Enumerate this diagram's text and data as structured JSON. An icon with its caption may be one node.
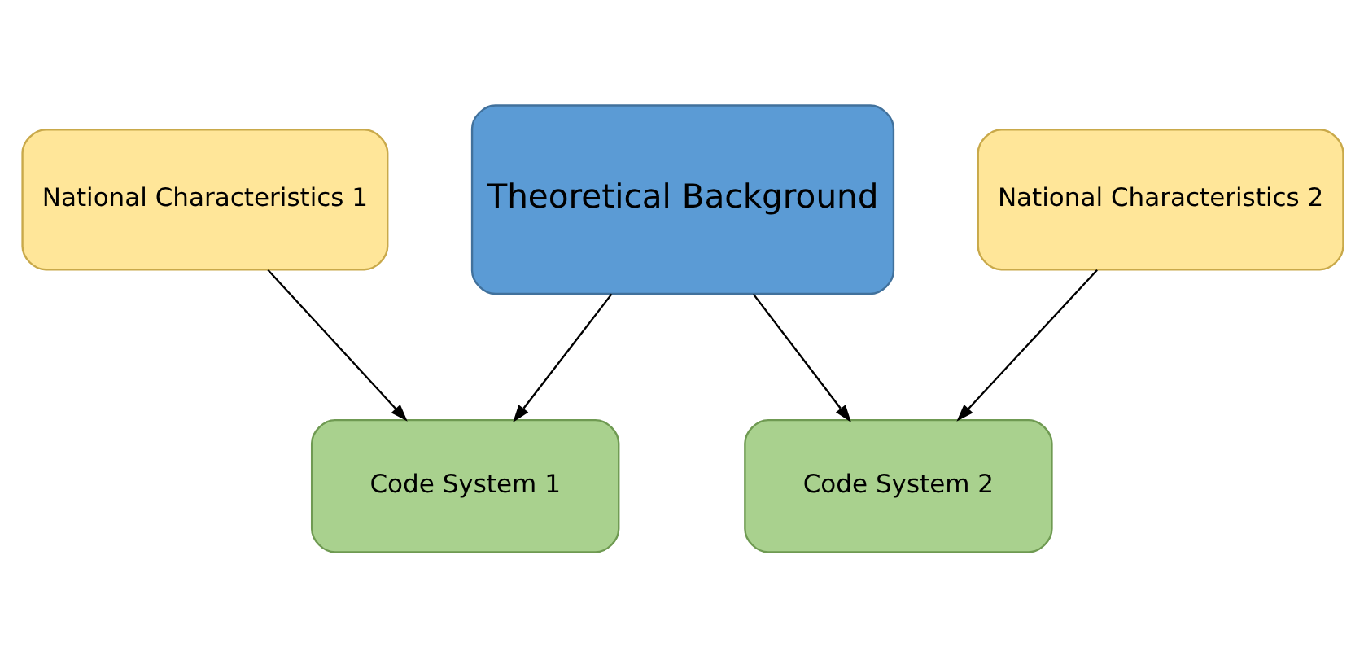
{
  "diagram": {
    "nodes": [
      {
        "text": [
          "National Characteristics 1"
        ]
      },
      {
        "text": [
          "Theoretical Background"
        ]
      },
      {
        "text": [
          "National Characteristics 2"
        ]
      },
      {
        "text": [
          "Code System 1"
        ]
      },
      {
        "text": [
          "Code System 2"
        ]
      }
    ],
    "edges": [
      {
        "from": 0,
        "to": 3,
        "arrow": "to"
      },
      {
        "from": 1,
        "to": 3,
        "arrow": "to"
      },
      {
        "from": 1,
        "to": 4,
        "arrow": "to"
      },
      {
        "from": 2,
        "to": 4,
        "arrow": "to"
      }
    ]
  }
}
